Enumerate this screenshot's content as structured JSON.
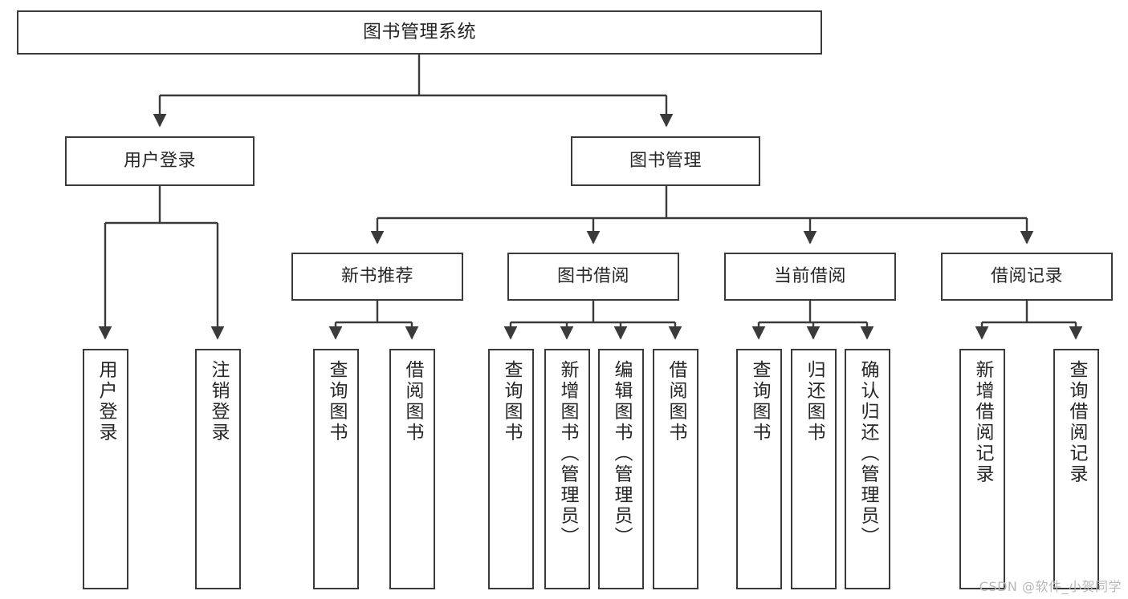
{
  "diagram": {
    "type": "tree",
    "title": "图书管理系统",
    "colors": {
      "box_border": "#3a3a3a",
      "box_fill": "#ffffff",
      "connector": "#3a3a3a",
      "text": "#262626",
      "background": "#ffffff",
      "watermark": "#b9b9b9"
    },
    "root": {
      "label": "图书管理系统"
    },
    "level2": [
      {
        "label": "用户登录"
      },
      {
        "label": "图书管理"
      }
    ],
    "level3": [
      {
        "label": "新书推荐"
      },
      {
        "label": "图书借阅"
      },
      {
        "label": "当前借阅"
      },
      {
        "label": "借阅记录"
      }
    ],
    "leaves": {
      "user_login": [
        {
          "label": "用户登录"
        },
        {
          "label": "注销登录"
        }
      ],
      "new_book": [
        {
          "label": "查询图书"
        },
        {
          "label": "借阅图书"
        }
      ],
      "borrow_book": [
        {
          "label": "查询图书"
        },
        {
          "label": "新增图书（管理员）"
        },
        {
          "label": "编辑图书（管理员）"
        },
        {
          "label": "借阅图书"
        }
      ],
      "current_borrow": [
        {
          "label": "查询图书"
        },
        {
          "label": "归还图书"
        },
        {
          "label": "确认归还（管理员）"
        }
      ],
      "borrow_record": [
        {
          "label": "新增借阅记录"
        },
        {
          "label": "查询借阅记录"
        }
      ]
    }
  },
  "watermark": {
    "text": "CSDN @软件_小贺同学"
  }
}
